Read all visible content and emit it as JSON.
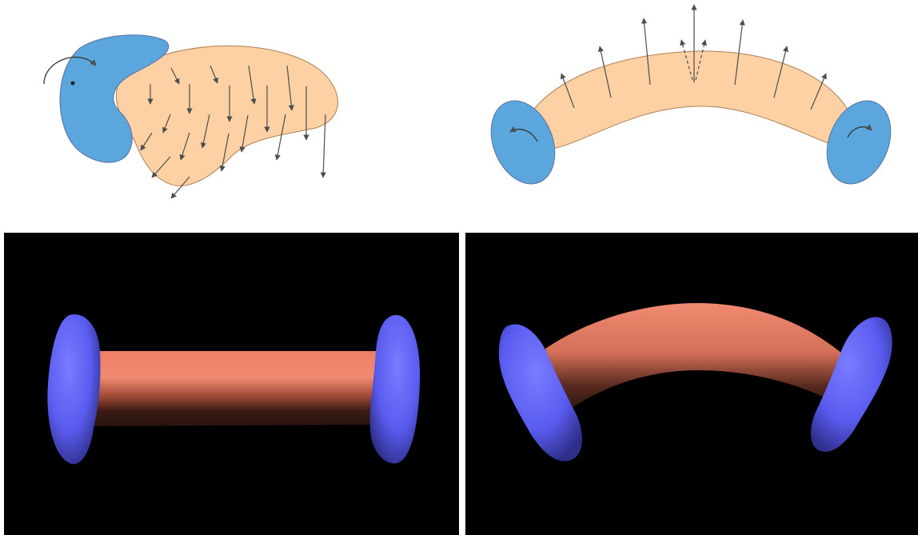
{
  "colors": {
    "diagram_background": "#ffffff",
    "render_background": "#000000",
    "cap_fill": "#5ba7dd",
    "cap_stroke": "#5b6fa0",
    "body_fill": "#fdd1a3",
    "body_stroke": "#b07e55",
    "arrow": "#4d4d4d",
    "render_body": "#e07a60",
    "render_cap": "#5a5cf0"
  },
  "panels": [
    {
      "id": "top-left",
      "kind": "schematic",
      "shape": "twisted-tube"
    },
    {
      "id": "top-right",
      "kind": "schematic",
      "shape": "bent-tube"
    },
    {
      "id": "bottom-left",
      "kind": "render",
      "shape": "straight-tube-with-caps"
    },
    {
      "id": "bottom-right",
      "kind": "render",
      "shape": "bent-tube-with-caps"
    }
  ]
}
